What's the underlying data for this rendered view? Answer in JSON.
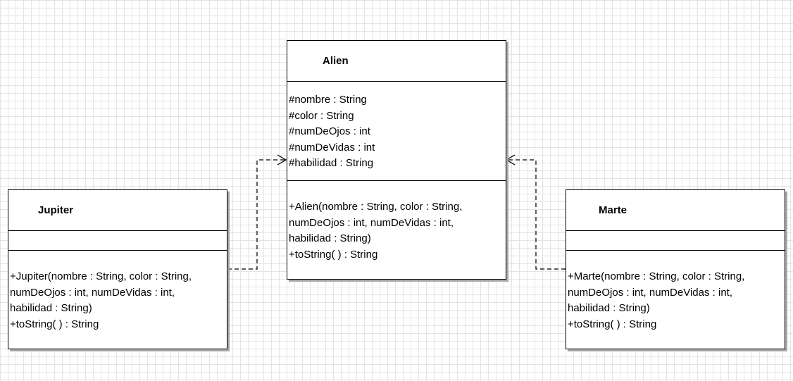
{
  "classes": {
    "alien": {
      "name": "Alien",
      "attributes": [
        "#nombre : String",
        "#color : String",
        "#numDeOjos : int",
        "#numDeVidas : int",
        "#habilidad : String"
      ],
      "methods": [
        "+Alien(nombre : String, color : String,",
        "numDeOjos : int, numDeVidas : int,",
        "habilidad : String)",
        "+toString(  ) : String"
      ]
    },
    "jupiter": {
      "name": "Jupiter",
      "methods": [
        "+Jupiter(nombre : String, color : String,",
        "numDeOjos : int, numDeVidas : int,",
        "habilidad : String)",
        "+toString(  ) : String"
      ]
    },
    "marte": {
      "name": "Marte",
      "methods": [
        "+Marte(nombre : String, color : String,",
        "numDeOjos : int, numDeVidas : int,",
        "habilidad : String)",
        "+toString(  ) : String"
      ]
    }
  },
  "relationships": [
    {
      "from": "Jupiter",
      "to": "Alien",
      "kind": "dependency",
      "line_style": "dashed",
      "arrowhead": "open"
    },
    {
      "from": "Marte",
      "to": "Alien",
      "kind": "dependency",
      "line_style": "dashed",
      "arrowhead": "open"
    }
  ],
  "colors": {
    "line": "#000000",
    "shadow": "#a9a9a9",
    "grid": "#e4e4e4",
    "background": "#ffffff"
  }
}
